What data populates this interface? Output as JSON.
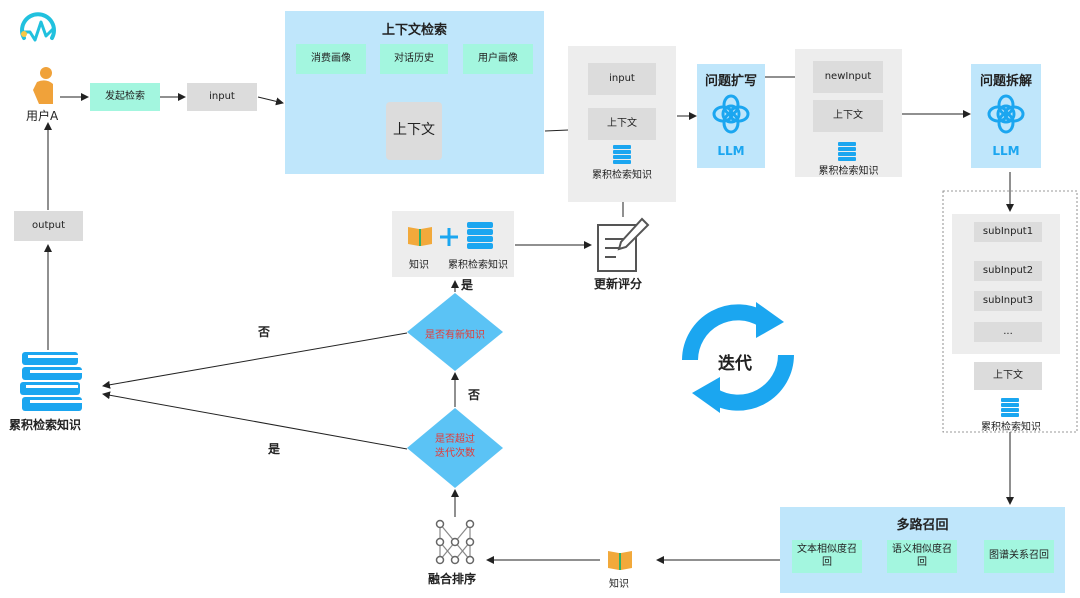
{
  "nodes": {
    "user": "用户A",
    "start_search": "发起检索",
    "input": "input",
    "context_search": {
      "title": "上下文检索",
      "consumption": "消费画像",
      "dialog_history": "对话历史",
      "user_profile": "用户画像",
      "context": "上下文"
    },
    "rewrite_input": {
      "input": "input",
      "context": "上下文",
      "knowledge": "累积检索知识"
    },
    "question_expand": {
      "title": "问题扩写",
      "llm": "LLM"
    },
    "expanded": {
      "new_input": "newInput",
      "context": "上下文",
      "knowledge": "累积检索知识"
    },
    "question_split": {
      "title": "问题拆解",
      "llm": "LLM"
    },
    "sub_inputs": {
      "items": [
        "subInput1",
        "subInput2",
        "subInput3",
        "..."
      ],
      "context": "上下文",
      "knowledge": "累积检索知识"
    },
    "multi_recall": {
      "title": "多路召回",
      "items": [
        "文本相似度召\n回",
        "语义相似度召\n回",
        "图谱关系召回"
      ]
    },
    "knowledge_small": "知识",
    "fusion_rank": "融合排序",
    "iteration_check": "是否超过\n迭代次数",
    "new_knowledge_check": "是否有新知识",
    "knowledge_plus": {
      "knowledge": "知识",
      "accumulated": "累积检索知识"
    },
    "update_score": "更新评分",
    "accumulated_knowledge": "累积检索知识",
    "output": "output",
    "iteration": "迭代"
  },
  "edge_labels": {
    "no_left": "否",
    "yes_left": "是",
    "no_up": "否",
    "yes_up": "是"
  },
  "colors": {
    "blue_panel": "#bfe6fb",
    "green_box": "#a3f6df",
    "gray_box": "#dcdcdc",
    "diamond": "#5bc3f5",
    "accent_blue": "#1ba6f0",
    "book_orange": "#f2a93b",
    "person": "#f0a23a"
  }
}
